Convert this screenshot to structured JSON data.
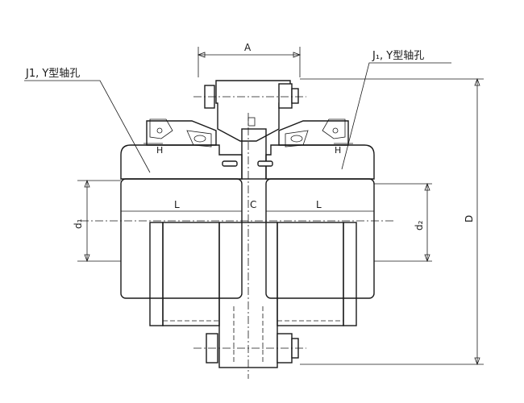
{
  "labels": {
    "left_bore": "J1, Y型轴孔",
    "right_bore": "J₁, Y型轴孔",
    "dim_A": "A",
    "dim_H_left": "H",
    "dim_H_right": "H",
    "dim_L_left": "L",
    "dim_C": "C",
    "dim_L_right": "L",
    "dim_d1": "d₁",
    "dim_dz": "d₂",
    "dim_D": "D"
  },
  "colors": {
    "line": "#1a1a1a",
    "background": "#ffffff"
  }
}
